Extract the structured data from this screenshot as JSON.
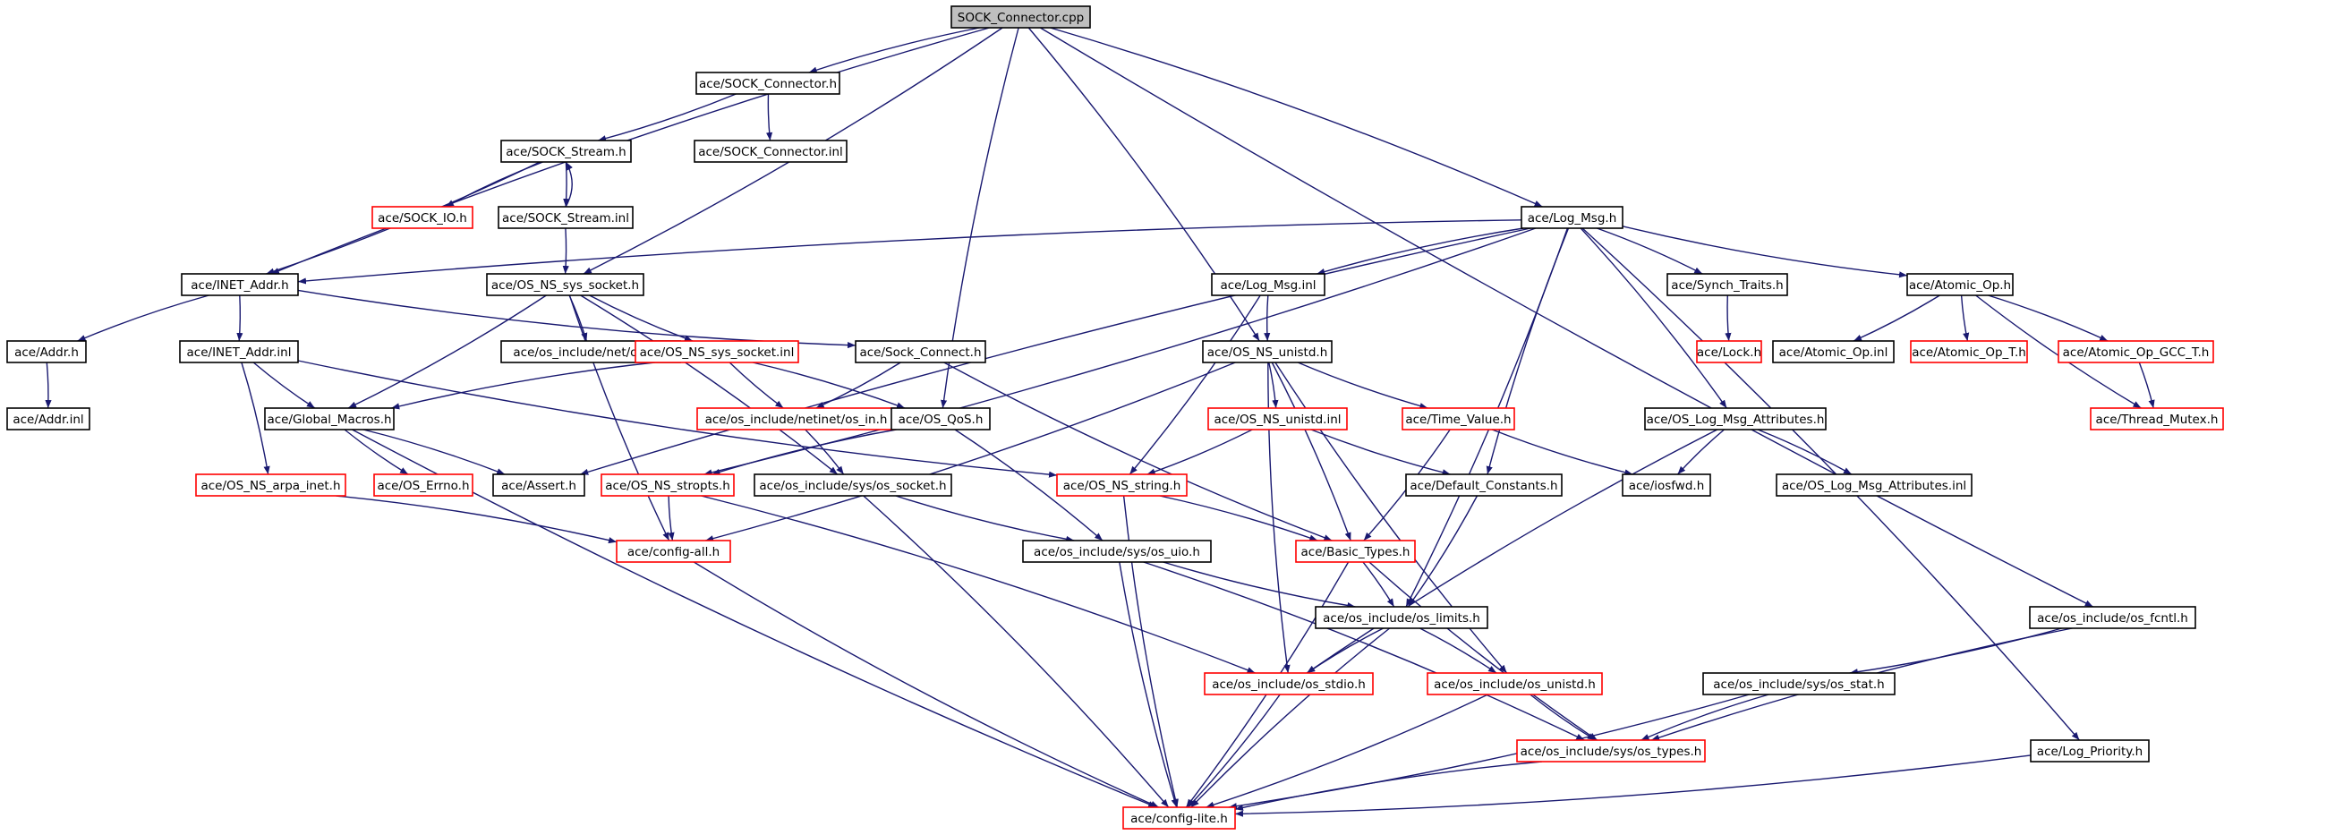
{
  "colors": {
    "edge": "#191970",
    "root_fill": "#bfbfbf",
    "ok_border": "#000000",
    "missing_border": "#ff0000",
    "background": "#ffffff"
  },
  "nodes": [
    {
      "id": "root",
      "label": "SOCK_Connector.cpp",
      "style": "root"
    },
    {
      "id": "sock_connector_h",
      "label": "ace/SOCK_Connector.h",
      "style": "ok"
    },
    {
      "id": "sock_stream_h",
      "label": "ace/SOCK_Stream.h",
      "style": "ok"
    },
    {
      "id": "sock_connector_inl",
      "label": "ace/SOCK_Connector.inl",
      "style": "ok"
    },
    {
      "id": "sock_io_h",
      "label": "ace/SOCK_IO.h",
      "style": "warn"
    },
    {
      "id": "sock_stream_inl",
      "label": "ace/SOCK_Stream.inl",
      "style": "ok"
    },
    {
      "id": "log_msg_h",
      "label": "ace/Log_Msg.h",
      "style": "ok"
    },
    {
      "id": "inet_addr_h",
      "label": "ace/INET_Addr.h",
      "style": "ok"
    },
    {
      "id": "os_ns_sys_socket_h",
      "label": "ace/OS_NS_sys_socket.h",
      "style": "ok"
    },
    {
      "id": "log_msg_inl",
      "label": "ace/Log_Msg.inl",
      "style": "ok"
    },
    {
      "id": "synch_traits_h",
      "label": "ace/Synch_Traits.h",
      "style": "ok"
    },
    {
      "id": "atomic_op_h",
      "label": "ace/Atomic_Op.h",
      "style": "ok"
    },
    {
      "id": "addr_h",
      "label": "ace/Addr.h",
      "style": "ok"
    },
    {
      "id": "inet_addr_inl",
      "label": "ace/INET_Addr.inl",
      "style": "ok"
    },
    {
      "id": "net_os_if_h",
      "label": "ace/os_include/net/os_if.h",
      "style": "ok"
    },
    {
      "id": "os_ns_sys_socket_inl",
      "label": "ace/OS_NS_sys_socket.inl",
      "style": "warn"
    },
    {
      "id": "sock_connect_h",
      "label": "ace/Sock_Connect.h",
      "style": "ok"
    },
    {
      "id": "os_ns_unistd_h",
      "label": "ace/OS_NS_unistd.h",
      "style": "ok"
    },
    {
      "id": "lock_h",
      "label": "ace/Lock.h",
      "style": "warn"
    },
    {
      "id": "atomic_op_inl",
      "label": "ace/Atomic_Op.inl",
      "style": "ok"
    },
    {
      "id": "atomic_op_t_h",
      "label": "ace/Atomic_Op_T.h",
      "style": "warn"
    },
    {
      "id": "atomic_op_gcc_t_h",
      "label": "ace/Atomic_Op_GCC_T.h",
      "style": "warn"
    },
    {
      "id": "addr_inl",
      "label": "ace/Addr.inl",
      "style": "ok"
    },
    {
      "id": "global_macros_h",
      "label": "ace/Global_Macros.h",
      "style": "ok"
    },
    {
      "id": "netinet_os_in_h",
      "label": "ace/os_include/netinet/os_in.h",
      "style": "warn"
    },
    {
      "id": "os_qos_h",
      "label": "ace/OS_QoS.h",
      "style": "ok"
    },
    {
      "id": "os_ns_unistd_inl",
      "label": "ace/OS_NS_unistd.inl",
      "style": "warn"
    },
    {
      "id": "time_value_h",
      "label": "ace/Time_Value.h",
      "style": "warn"
    },
    {
      "id": "os_log_msg_attributes_h",
      "label": "ace/OS_Log_Msg_Attributes.h",
      "style": "ok"
    },
    {
      "id": "thread_mutex_h",
      "label": "ace/Thread_Mutex.h",
      "style": "warn"
    },
    {
      "id": "os_ns_arpa_inet_h",
      "label": "ace/OS_NS_arpa_inet.h",
      "style": "warn"
    },
    {
      "id": "os_errno_h",
      "label": "ace/OS_Errno.h",
      "style": "warn"
    },
    {
      "id": "assert_h",
      "label": "ace/Assert.h",
      "style": "ok"
    },
    {
      "id": "os_ns_stropts_h",
      "label": "ace/OS_NS_stropts.h",
      "style": "warn"
    },
    {
      "id": "sys_os_socket_h",
      "label": "ace/os_include/sys/os_socket.h",
      "style": "ok"
    },
    {
      "id": "os_ns_string_h",
      "label": "ace/OS_NS_string.h",
      "style": "warn"
    },
    {
      "id": "default_constants_h",
      "label": "ace/Default_Constants.h",
      "style": "ok"
    },
    {
      "id": "iosfwd_h",
      "label": "ace/iosfwd.h",
      "style": "ok"
    },
    {
      "id": "os_log_msg_attributes_inl",
      "label": "ace/OS_Log_Msg_Attributes.inl",
      "style": "ok"
    },
    {
      "id": "config_all_h",
      "label": "ace/config-all.h",
      "style": "warn"
    },
    {
      "id": "sys_os_uio_h",
      "label": "ace/os_include/sys/os_uio.h",
      "style": "ok"
    },
    {
      "id": "basic_types_h",
      "label": "ace/Basic_Types.h",
      "style": "warn"
    },
    {
      "id": "os_limits_h",
      "label": "ace/os_include/os_limits.h",
      "style": "ok"
    },
    {
      "id": "os_fcntl_h",
      "label": "ace/os_include/os_fcntl.h",
      "style": "ok"
    },
    {
      "id": "os_stdio_h",
      "label": "ace/os_include/os_stdio.h",
      "style": "warn"
    },
    {
      "id": "os_unistd_h",
      "label": "ace/os_include/os_unistd.h",
      "style": "warn"
    },
    {
      "id": "sys_os_stat_h",
      "label": "ace/os_include/sys/os_stat.h",
      "style": "ok"
    },
    {
      "id": "sys_os_types_h",
      "label": "ace/os_include/sys/os_types.h",
      "style": "warn"
    },
    {
      "id": "log_priority_h",
      "label": "ace/Log_Priority.h",
      "style": "ok"
    },
    {
      "id": "config_lite_h",
      "label": "ace/config-lite.h",
      "style": "warn"
    }
  ],
  "edges": [
    [
      "root",
      "sock_connector_h"
    ],
    [
      "root",
      "log_msg_h"
    ],
    [
      "root",
      "inet_addr_h"
    ],
    [
      "root",
      "os_ns_sys_socket_h"
    ],
    [
      "root",
      "os_qos_h"
    ],
    [
      "root",
      "os_ns_unistd_h"
    ],
    [
      "root",
      "os_fcntl_h"
    ],
    [
      "sock_connector_h",
      "sock_stream_h"
    ],
    [
      "sock_connector_h",
      "sock_connector_inl"
    ],
    [
      "sock_stream_h",
      "inet_addr_h"
    ],
    [
      "sock_stream_h",
      "sock_io_h"
    ],
    [
      "sock_stream_h",
      "sock_stream_inl"
    ],
    [
      "sock_stream_inl",
      "sock_stream_h"
    ],
    [
      "sock_stream_inl",
      "os_ns_sys_socket_h"
    ],
    [
      "inet_addr_h",
      "addr_h"
    ],
    [
      "inet_addr_h",
      "inet_addr_inl"
    ],
    [
      "inet_addr_h",
      "sock_connect_h"
    ],
    [
      "addr_h",
      "addr_inl"
    ],
    [
      "inet_addr_inl",
      "global_macros_h"
    ],
    [
      "inet_addr_inl",
      "os_ns_arpa_inet_h"
    ],
    [
      "inet_addr_inl",
      "os_ns_string_h"
    ],
    [
      "os_ns_sys_socket_h",
      "net_os_if_h"
    ],
    [
      "os_ns_sys_socket_h",
      "os_ns_sys_socket_inl"
    ],
    [
      "os_ns_sys_socket_h",
      "global_macros_h"
    ],
    [
      "os_ns_sys_socket_h",
      "config_all_h"
    ],
    [
      "os_ns_sys_socket_h",
      "sys_os_socket_h"
    ],
    [
      "os_ns_sys_socket_inl",
      "netinet_os_in_h"
    ],
    [
      "os_ns_sys_socket_inl",
      "os_qos_h"
    ],
    [
      "os_ns_sys_socket_inl",
      "global_macros_h"
    ],
    [
      "sock_connect_h",
      "netinet_os_in_h"
    ],
    [
      "sock_connect_h",
      "basic_types_h"
    ],
    [
      "netinet_os_in_h",
      "sys_os_socket_h"
    ],
    [
      "os_qos_h",
      "os_ns_stropts_h"
    ],
    [
      "os_qos_h",
      "sys_os_uio_h"
    ],
    [
      "global_macros_h",
      "os_errno_h"
    ],
    [
      "global_macros_h",
      "assert_h"
    ],
    [
      "global_macros_h",
      "config_lite_h"
    ],
    [
      "os_ns_arpa_inet_h",
      "config_all_h"
    ],
    [
      "os_ns_stropts_h",
      "config_all_h"
    ],
    [
      "os_ns_stropts_h",
      "os_stdio_h"
    ],
    [
      "sys_os_socket_h",
      "sys_os_uio_h"
    ],
    [
      "sys_os_socket_h",
      "config_lite_h"
    ],
    [
      "log_msg_h",
      "log_msg_inl"
    ],
    [
      "log_msg_h",
      "synch_traits_h"
    ],
    [
      "log_msg_h",
      "atomic_op_h"
    ],
    [
      "log_msg_h",
      "os_log_msg_attributes_h"
    ],
    [
      "log_msg_h",
      "default_constants_h"
    ],
    [
      "log_msg_h",
      "log_priority_h"
    ],
    [
      "log_msg_h",
      "assert_h"
    ],
    [
      "log_msg_h",
      "os_limits_h"
    ],
    [
      "log_msg_h",
      "inet_addr_h"
    ],
    [
      "log_msg_h",
      "os_ns_stropts_h"
    ],
    [
      "log_msg_inl",
      "os_ns_unistd_h"
    ],
    [
      "log_msg_inl",
      "os_ns_string_h"
    ],
    [
      "synch_traits_h",
      "lock_h"
    ],
    [
      "atomic_op_h",
      "atomic_op_inl"
    ],
    [
      "atomic_op_h",
      "atomic_op_t_h"
    ],
    [
      "atomic_op_h",
      "atomic_op_gcc_t_h"
    ],
    [
      "atomic_op_h",
      "thread_mutex_h"
    ],
    [
      "atomic_op_gcc_t_h",
      "thread_mutex_h"
    ],
    [
      "os_log_msg_attributes_h",
      "iosfwd_h"
    ],
    [
      "os_log_msg_attributes_h",
      "os_log_msg_attributes_inl"
    ],
    [
      "os_log_msg_attributes_h",
      "os_stdio_h"
    ],
    [
      "os_ns_unistd_h",
      "os_ns_unistd_inl"
    ],
    [
      "os_ns_unistd_h",
      "time_value_h"
    ],
    [
      "os_ns_unistd_h",
      "basic_types_h"
    ],
    [
      "os_ns_unistd_h",
      "os_stdio_h"
    ],
    [
      "os_ns_unistd_h",
      "config_all_h"
    ],
    [
      "os_ns_unistd_h",
      "os_unistd_h"
    ],
    [
      "os_ns_unistd_inl",
      "os_ns_string_h"
    ],
    [
      "os_ns_unistd_inl",
      "default_constants_h"
    ],
    [
      "time_value_h",
      "basic_types_h"
    ],
    [
      "time_value_h",
      "iosfwd_h"
    ],
    [
      "os_ns_string_h",
      "basic_types_h"
    ],
    [
      "os_ns_string_h",
      "config_lite_h"
    ],
    [
      "default_constants_h",
      "os_limits_h"
    ],
    [
      "sys_os_uio_h",
      "os_limits_h"
    ],
    [
      "sys_os_uio_h",
      "sys_os_types_h"
    ],
    [
      "sys_os_uio_h",
      "config_lite_h"
    ],
    [
      "basic_types_h",
      "os_limits_h"
    ],
    [
      "basic_types_h",
      "sys_os_types_h"
    ],
    [
      "basic_types_h",
      "config_lite_h"
    ],
    [
      "os_limits_h",
      "os_stdio_h"
    ],
    [
      "os_limits_h",
      "os_unistd_h"
    ],
    [
      "os_limits_h",
      "config_lite_h"
    ],
    [
      "os_fcntl_h",
      "sys_os_stat_h"
    ],
    [
      "os_fcntl_h",
      "sys_os_types_h"
    ],
    [
      "os_stdio_h",
      "config_lite_h"
    ],
    [
      "os_unistd_h",
      "sys_os_types_h"
    ],
    [
      "os_unistd_h",
      "config_lite_h"
    ],
    [
      "sys_os_stat_h",
      "sys_os_types_h"
    ],
    [
      "sys_os_stat_h",
      "config_lite_h"
    ],
    [
      "sys_os_types_h",
      "config_lite_h"
    ],
    [
      "log_priority_h",
      "config_lite_h"
    ],
    [
      "config_all_h",
      "config_lite_h"
    ]
  ]
}
